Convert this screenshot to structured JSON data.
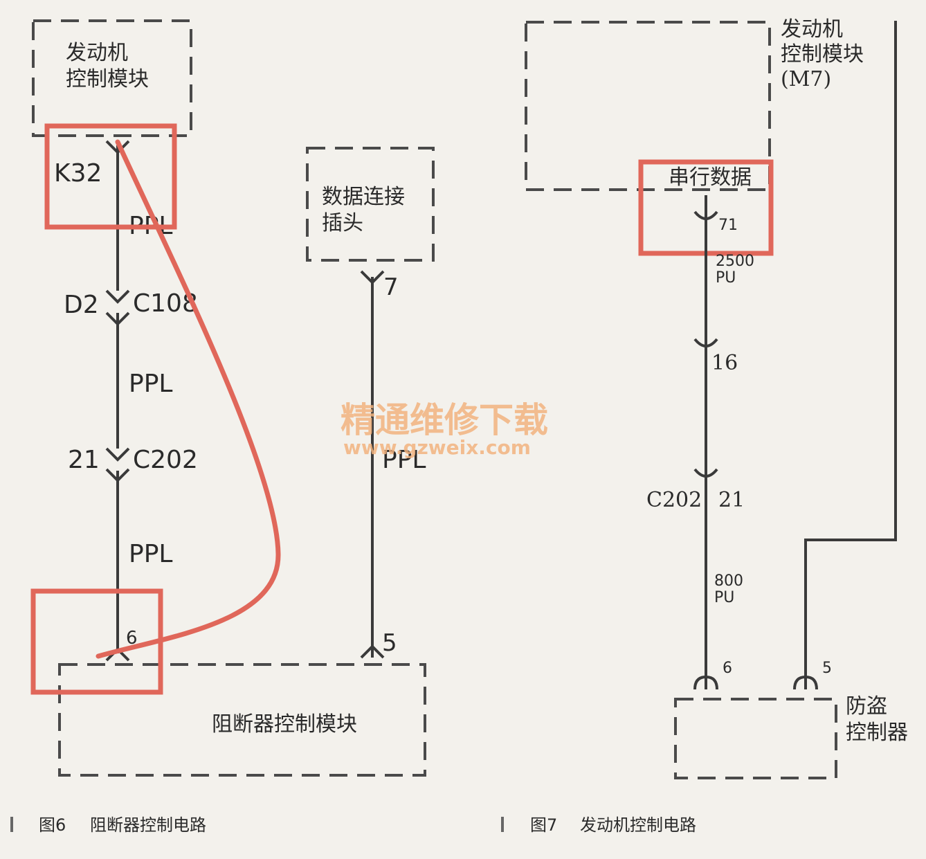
{
  "fig6": {
    "ecm_label": [
      "发动机",
      "控制模块"
    ],
    "pin_k32": "K32",
    "wire_ppl_1": "PPL",
    "conn1_pin": "D2",
    "conn1_name": "C108",
    "wire_ppl_2": "PPL",
    "conn2_pin": "21",
    "conn2_name": "C202",
    "wire_ppl_3": "PPL",
    "pin_6": "6",
    "dlc_label": [
      "数据连接",
      "插头"
    ],
    "dlc_pin": "7",
    "dlc_wire": "PPL",
    "immo_pin": "5",
    "immo_label": "阻断器控制模块",
    "caption_no": "图6",
    "caption": "阻断器控制电路"
  },
  "fig7": {
    "ecm_label": [
      "发动机",
      "控制模块",
      "(M7)"
    ],
    "serial_label": "串行数据",
    "pin_71": "71",
    "wire_code_1": [
      "2500",
      "PU"
    ],
    "pin_16": "16",
    "conn_name": "C202",
    "conn_pin": "21",
    "wire_code_2": [
      "800",
      "PU"
    ],
    "pin_6": "6",
    "pin_5": "5",
    "anti_theft_label": [
      "防盗",
      "控制器"
    ],
    "caption_no": "图7",
    "caption": "发动机控制电路"
  },
  "watermark": {
    "title": "精通维修下载",
    "url": "www.gzweix.com"
  },
  "colors": {
    "wire": "#3a3a3a",
    "highlight": "#e0675a",
    "watermark": "#f2b37f",
    "background": "#f3f1ec"
  }
}
